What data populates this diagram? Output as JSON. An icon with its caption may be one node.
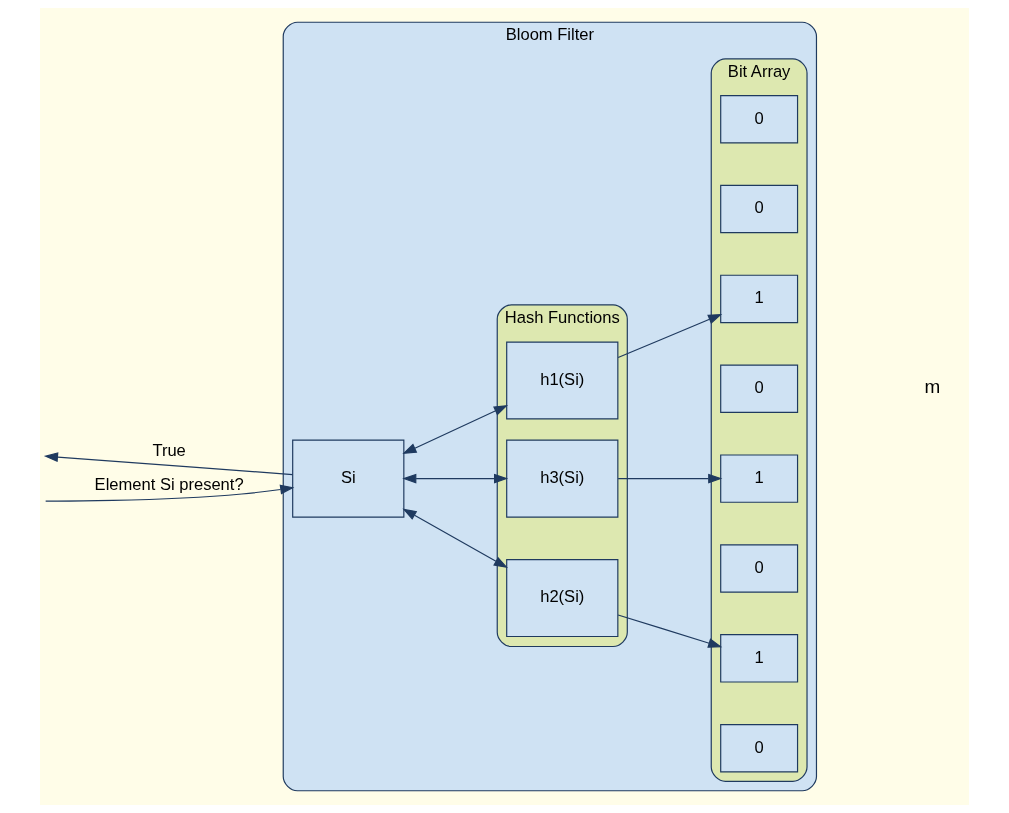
{
  "diagram": {
    "nodes": [
      {
        "text": [
          "Bloom Filter"
        ]
      },
      {
        "text": [
          "Hash Functions"
        ],
        "in": 0
      },
      {
        "text": [
          "Bit Array"
        ],
        "in": 0
      },
      {
        "text": [
          "Si"
        ],
        "in": 0
      },
      {
        "text": [
          "h1(Si)"
        ],
        "in": 1
      },
      {
        "text": [
          "h2(Si)"
        ],
        "in": 1
      },
      {
        "text": [
          "h3(Si)"
        ],
        "in": 1
      },
      {
        "text": [
          "0"
        ],
        "in": 2
      },
      {
        "text": [
          "1"
        ],
        "in": 2
      },
      {
        "text": [
          "0"
        ],
        "in": 2
      },
      {
        "text": [
          "1"
        ],
        "in": 2
      },
      {
        "text": [
          "0"
        ],
        "in": 2
      },
      {
        "text": [
          "1"
        ],
        "in": 2
      },
      {
        "text": [
          "0"
        ],
        "in": 2
      },
      {
        "text": [
          "0"
        ],
        "in": 2
      }
    ],
    "edges": [
      {
        "from": 3,
        "to": null,
        "arrow": "to",
        "label": "True"
      },
      {
        "from": null,
        "to": 3,
        "arrow": "to",
        "label": "Element Si present?"
      },
      {
        "from": 3,
        "to": 4,
        "arrow": "both"
      },
      {
        "from": 3,
        "to": 5,
        "arrow": "both"
      },
      {
        "from": 3,
        "to": 6,
        "arrow": "both"
      },
      {
        "from": 4,
        "to": 12,
        "arrow": "to"
      },
      {
        "from": 5,
        "to": 8,
        "arrow": "to"
      },
      {
        "from": 6,
        "to": 10,
        "arrow": "to"
      }
    ],
    "labels": [
      "m"
    ]
  }
}
